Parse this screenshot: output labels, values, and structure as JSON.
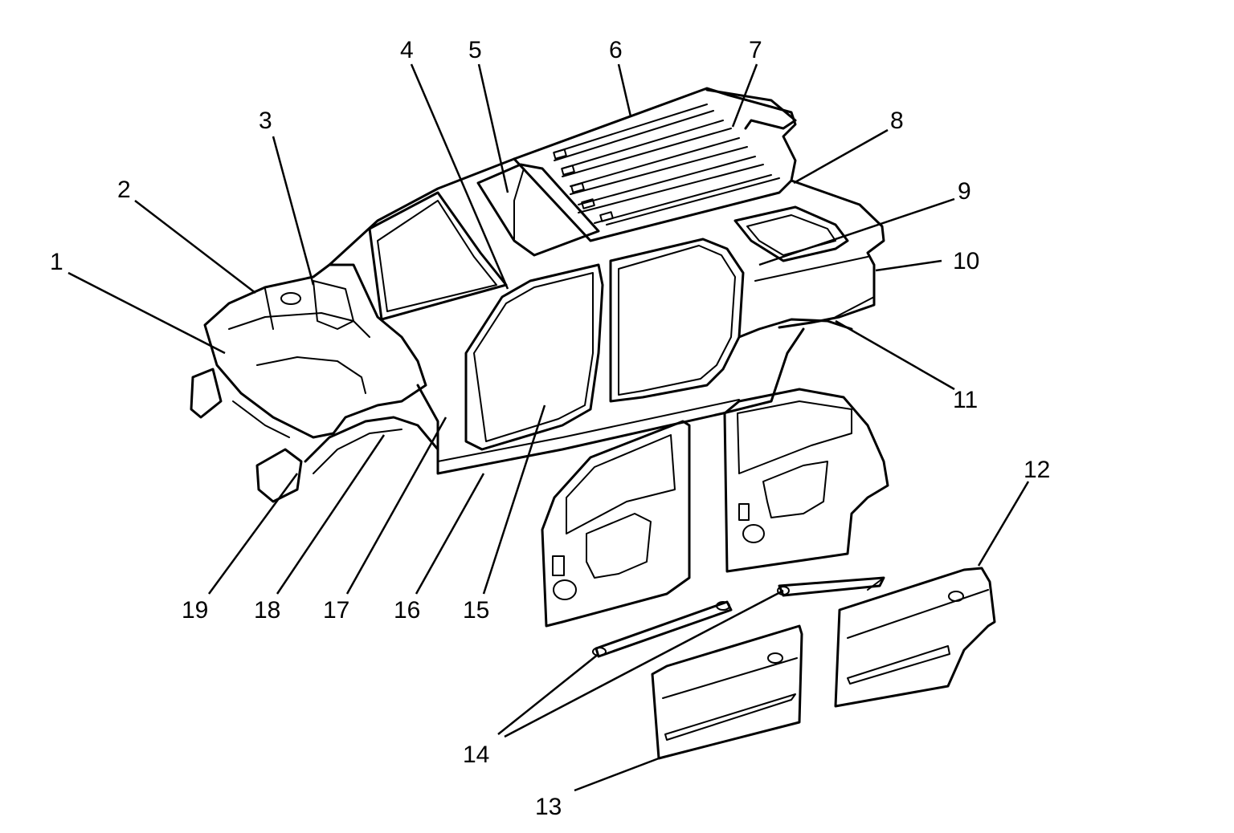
{
  "diagram": {
    "callouts": [
      {
        "id": "1",
        "label": "1"
      },
      {
        "id": "2",
        "label": "2"
      },
      {
        "id": "3",
        "label": "3"
      },
      {
        "id": "4",
        "label": "4"
      },
      {
        "id": "5",
        "label": "5"
      },
      {
        "id": "6",
        "label": "6"
      },
      {
        "id": "7",
        "label": "7"
      },
      {
        "id": "8",
        "label": "8"
      },
      {
        "id": "9",
        "label": "9"
      },
      {
        "id": "10",
        "label": "10"
      },
      {
        "id": "11",
        "label": "11"
      },
      {
        "id": "12",
        "label": "12"
      },
      {
        "id": "13",
        "label": "13"
      },
      {
        "id": "14",
        "label": "14"
      },
      {
        "id": "15",
        "label": "15"
      },
      {
        "id": "16",
        "label": "16"
      },
      {
        "id": "17",
        "label": "17"
      },
      {
        "id": "18",
        "label": "18"
      },
      {
        "id": "19",
        "label": "19"
      }
    ],
    "colors": {
      "line": "#000000",
      "background": "#ffffff"
    }
  }
}
